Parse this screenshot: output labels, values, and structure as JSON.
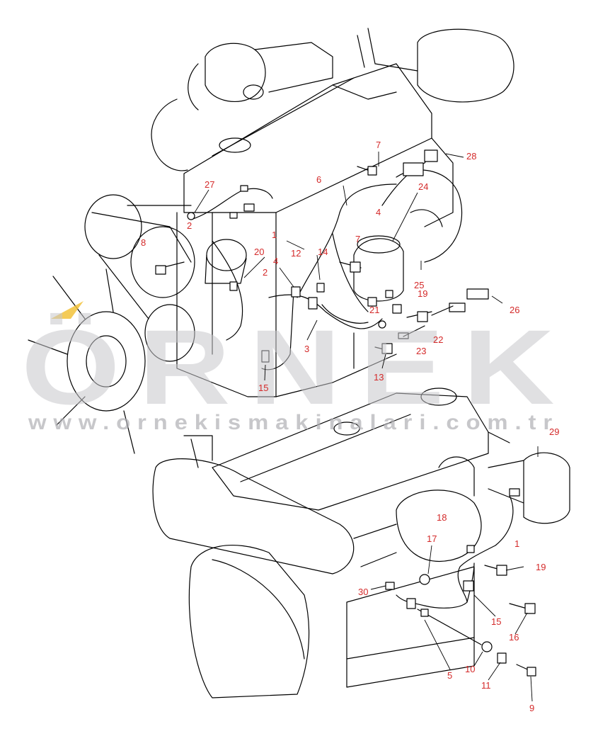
{
  "watermark": {
    "brand": "ÖRNEK",
    "url": "www.ornekismakinalari.com.tr",
    "accent_color": "#f2c23a"
  },
  "callouts": {
    "upper": [
      "7",
      "28",
      "27",
      "6",
      "24",
      "2",
      "4",
      "8",
      "1",
      "12",
      "14",
      "7",
      "20",
      "4",
      "2",
      "25",
      "19",
      "26",
      "21",
      "22",
      "23",
      "3",
      "13",
      "15"
    ],
    "lower": [
      "29",
      "18",
      "17",
      "1",
      "19",
      "30",
      "15",
      "16",
      "5",
      "10",
      "11",
      "9"
    ]
  },
  "colors": {
    "line": "#000000",
    "callout": "#d42a2a",
    "watermark": "#c8c8cc"
  }
}
